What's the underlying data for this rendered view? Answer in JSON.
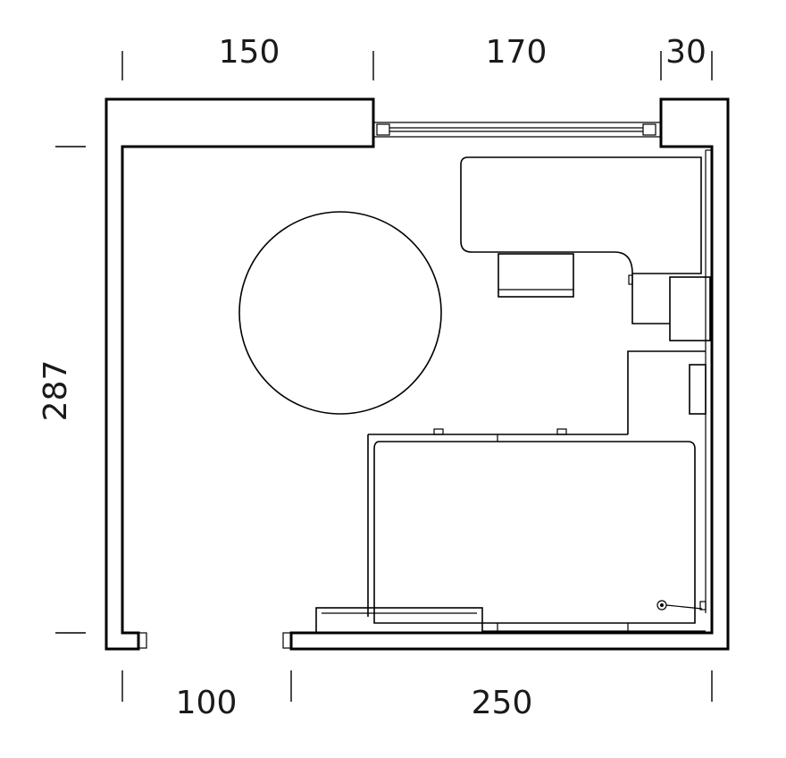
{
  "dimensions": {
    "top_left": "150",
    "top_middle": "170",
    "top_right": "30",
    "bottom_left": "100",
    "bottom_right": "250",
    "left_height": "287"
  }
}
